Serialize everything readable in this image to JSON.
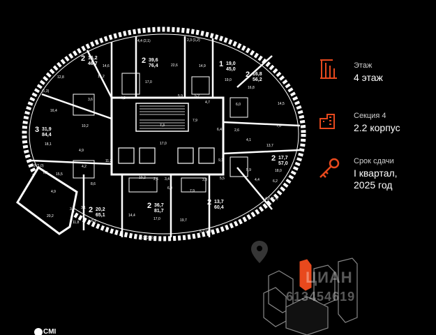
{
  "info": {
    "floor_label": "Этаж",
    "floor_value": "4 этаж",
    "section_label": "Секция 4",
    "section_value": "2.2 корпус",
    "deadline_label": "Срок сдачи",
    "deadline_value_line1": "I квартал,",
    "deadline_value_line2": "2025 год",
    "icons": [
      "floor-icon",
      "section-icon",
      "key-icon"
    ],
    "accent_color": "#e8491d"
  },
  "apartments": [
    {
      "rooms": "2",
      "a": "16,2",
      "b": "46,7"
    },
    {
      "rooms": "2",
      "a": "39,6",
      "b": "76,4"
    },
    {
      "rooms": "1",
      "a": "19,0",
      "b": "45,0"
    },
    {
      "rooms": "2",
      "a": "16,8",
      "b": "56,2"
    },
    {
      "rooms": "3",
      "a": "31,9",
      "b": "84,4"
    },
    {
      "rooms": "2",
      "a": "17,7",
      "b": "57,0"
    },
    {
      "rooms": "2",
      "a": "20,2",
      "b": "65,1"
    },
    {
      "rooms": "2",
      "a": "36,7",
      "b": "81,7"
    },
    {
      "rooms": "2",
      "a": "13,7",
      "b": "60,4"
    }
  ],
  "room_labels": [
    "4,4 (2,1)",
    "2,3 (1,2)",
    "14,6",
    "22,6",
    "14,9",
    "12,8",
    "19,0",
    "16,8",
    "16,2",
    "17,0",
    "3,6",
    "4,8",
    "5,9",
    "5,2",
    "4,7",
    "6,0",
    "14,5",
    "16,4",
    "7,3",
    "7,9",
    "10,2",
    "6,4",
    "2,6",
    "4,1",
    "7,0",
    "4,9",
    "18,1",
    "17,0",
    "13,7",
    "4,2",
    "11,2",
    "9,1",
    "5,9",
    "18,0",
    "6,5",
    "15,5",
    "10,2",
    "2,6",
    "3,4",
    "3,8",
    "5,5",
    "4,4",
    "6,2",
    "4,9",
    "3,1",
    "8,6",
    "6,0",
    "7,9",
    "4,2 (2,1)",
    "20,2",
    "11,8",
    "14,4",
    "17,0",
    "19,7",
    "6,9",
    "4,9 (2,5)",
    "5,2 (2,6)",
    "1,9 (1,0)",
    "3,1",
    "(1,3)"
  ],
  "watermark": "613454619",
  "watermark_brand": "ЦИАН",
  "logo_text": "CMI"
}
